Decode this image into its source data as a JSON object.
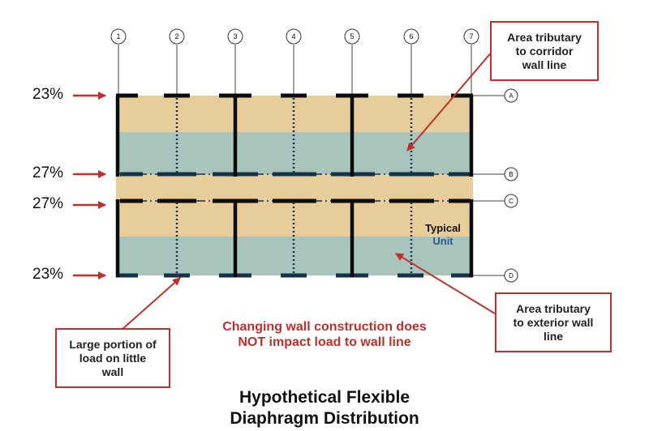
{
  "colors": {
    "tan": "#e6cd9a",
    "teal": "#a8c4bd",
    "wall": "#0c0c0c",
    "corridor_wall": "#15324a",
    "accent_red": "#c0302b",
    "unit_blue": "#2a5a8c"
  },
  "grid": {
    "columns": [
      "1",
      "2",
      "3",
      "4",
      "5",
      "6",
      "7"
    ],
    "rows": [
      "A",
      "B",
      "C",
      "D"
    ]
  },
  "percentages": {
    "a": "23%",
    "b": "27%",
    "c": "27%",
    "d": "23%"
  },
  "callouts": {
    "corridor": [
      "Area tributary",
      "to corridor",
      "wall line"
    ],
    "exterior": [
      "Area tributary",
      "to exterior wall",
      "line"
    ],
    "little_wall": [
      "Large portion of",
      "load on little",
      "wall"
    ]
  },
  "unit_label": {
    "line1": "Typical",
    "line2": "Unit"
  },
  "note": [
    "Changing wall construction does",
    "NOT impact load to wall line"
  ],
  "title": [
    "Hypothetical Flexible",
    "Diaphragm Distribution"
  ]
}
